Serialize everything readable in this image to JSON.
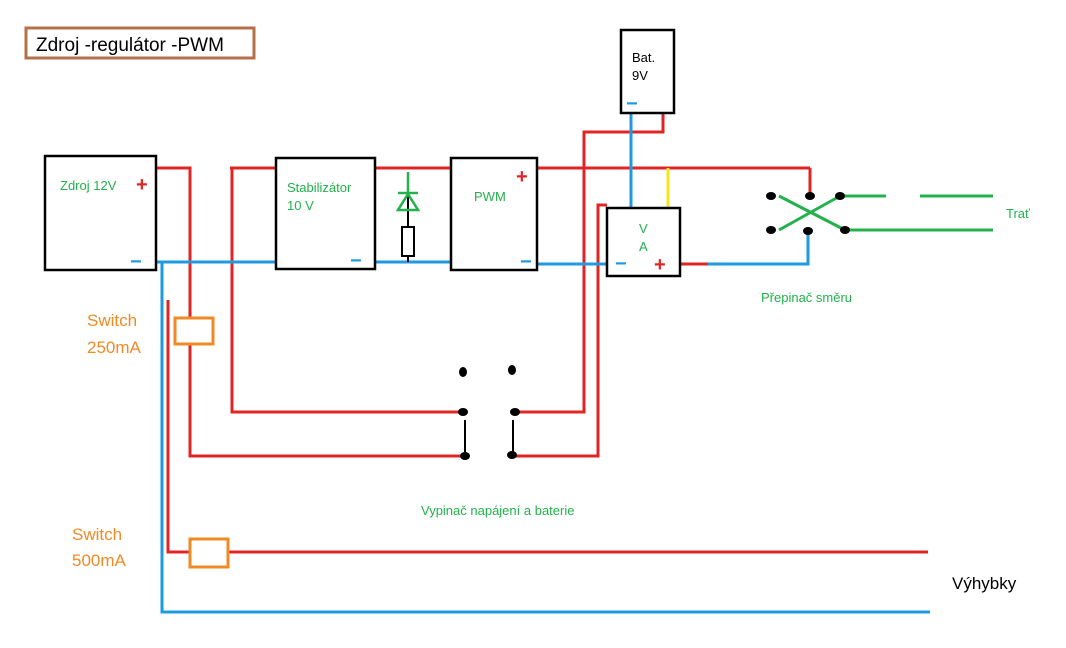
{
  "title": "Zdroj -regulátor -PWM",
  "blocks": {
    "supply": {
      "label": "Zdroj 12V",
      "plus": "+",
      "minus": "−"
    },
    "stabilizer": {
      "label_line1": "Stabilizátor",
      "label_line2": "10 V",
      "minus": "−"
    },
    "pwm": {
      "label": "PWM",
      "plus": "+",
      "minus": "−"
    },
    "battery": {
      "label_line1": "Bat.",
      "label_line2": "9V",
      "minus": "−"
    },
    "meter": {
      "label_line1": "V",
      "label_line2": "A",
      "minus": "−",
      "plus": "+"
    }
  },
  "labels": {
    "switch1_line1": "Switch",
    "switch1_line2": "250mA",
    "switch2_line1": "Switch",
    "switch2_line2": "500mA",
    "direction_switch": "Přepinač směru",
    "track": "Trať",
    "power_switch": "Vypinač  napájení a baterie",
    "points": "Výhybky"
  },
  "colors": {
    "red": "#e32424",
    "blue": "#1e9be0",
    "green": "#22b14c",
    "orange": "#f08a24",
    "yellow": "#f5e51b",
    "black": "#000000",
    "title_border": "#b5704a"
  }
}
